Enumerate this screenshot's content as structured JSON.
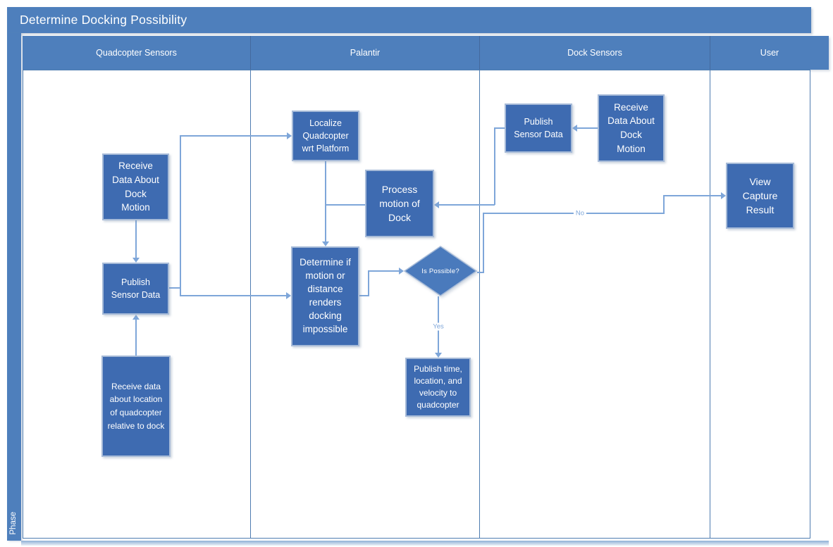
{
  "diagram": {
    "title": "Determine Docking Possibility",
    "phase_label": "Phase",
    "lanes": [
      "Quadcopter Sensors",
      "Palantir",
      "Dock Sensors",
      "User"
    ],
    "nodes": {
      "receive_dock_motion_qc": "Receive Data About Dock Motion",
      "publish_sensor_qc": "Publish Sensor Data",
      "receive_location_qc": "Receive data about location of quadcopter relative to dock",
      "localize_quadcopter": "Localize Quadcopter wrt Platform",
      "process_motion": "Process motion of Dock",
      "determine_impossible": "Determine if motion or distance renders docking impossible",
      "is_possible": "Is Possible?",
      "publish_time": "Publish time, location, and velocity to quadcopter",
      "publish_sensor_dock": "Publish Sensor Data",
      "receive_dock_motion_dock": "Receive Data About Dock Motion",
      "view_capture": "View Capture Result"
    },
    "edge_labels": {
      "yes": "Yes",
      "no": "No"
    },
    "colors": {
      "band": "#4e7fbc",
      "node_fill": "#3e6bb1",
      "diamond_fill": "#4a7abc",
      "node_border": "#a7bbd8",
      "connector": "#7ea6d9",
      "lane_border": "#4e7cb0",
      "header_separator": "#44699e",
      "strip_from": "#8fb0d6",
      "strip_to": "#e9eff7"
    }
  }
}
